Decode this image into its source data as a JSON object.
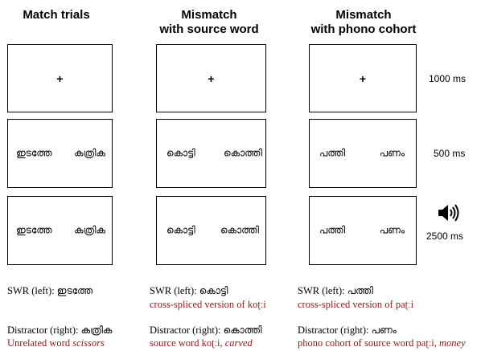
{
  "columns": [
    {
      "title": "Match trials",
      "box1": "+",
      "box2": {
        "left": "ഇടത്തേ",
        "right": "കത്രിക"
      },
      "box3": {
        "left": "ഇടത്തേ",
        "right": "കത്രിക"
      },
      "swr_label": "SWR (left): ",
      "swr_word": "ഇടത്തേ",
      "swr_note": "",
      "dist_label": "Distractor (right): ",
      "dist_word": "കത്രിക",
      "dist_note_a": "Unrelated word ",
      "dist_note_b": "scissors"
    },
    {
      "title": "Mismatch\nwith source word",
      "box1": "+",
      "box2": {
        "left": "കൊട്ടി",
        "right": "കൊത്തി"
      },
      "box3": {
        "left": "കൊട്ടി",
        "right": "കൊത്തി"
      },
      "swr_label": "SWR (left): ",
      "swr_word": "കൊട്ടി",
      "swr_note": "cross-spliced version of koʈːi",
      "dist_label": "Distractor (right): ",
      "dist_word": "കൊത്തി",
      "dist_note_a": "source word koʈːi, ",
      "dist_note_b": "carved"
    },
    {
      "title": "Mismatch\nwith phono cohort",
      "box1": "+",
      "box2": {
        "left": "പത്തി",
        "right": "പണം"
      },
      "box3": {
        "left": "പത്തി",
        "right": "പണം"
      },
      "swr_label": "SWR (left): ",
      "swr_word": "പത്തി",
      "swr_note": "cross-spliced version of paʈːi",
      "dist_label": "Distractor (right): ",
      "dist_word": "പണം",
      "dist_note_a": "phono cohort of source word  paʈːi, ",
      "dist_note_b": "money"
    }
  ],
  "timings": [
    "1000 ms",
    "500 ms",
    "2500 ms"
  ],
  "icons": {
    "audio": "speaker-icon"
  },
  "colors": {
    "note_red": "#8b1a1a"
  }
}
